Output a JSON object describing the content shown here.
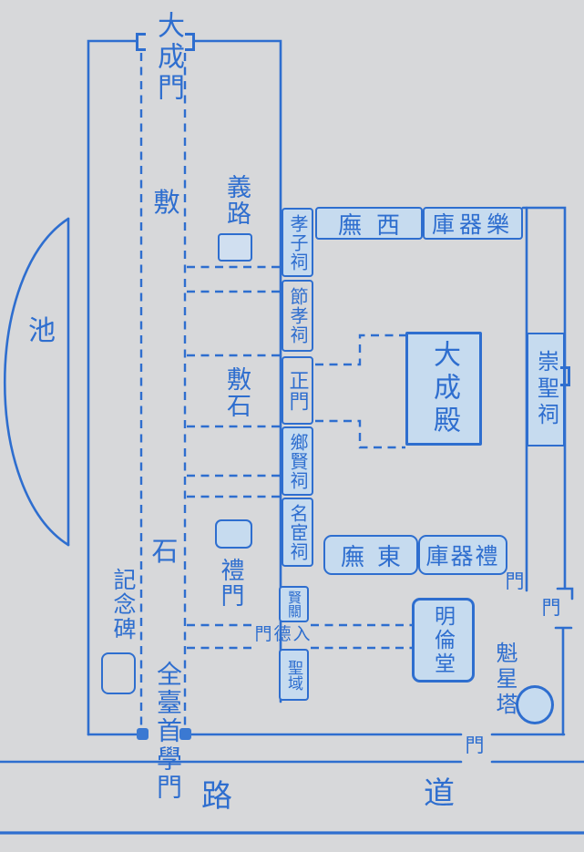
{
  "colors": {
    "ink": "#2e6ecf",
    "building_fill": "#c6dbef",
    "paper": "#d7d8da"
  },
  "labels": {
    "dacheng_gate": "大成門",
    "pond": "池",
    "paving_top": "敷",
    "paving_bottom": "石",
    "righteous_path": "義路",
    "paving_mid": "敷石",
    "rite_gate": "禮門",
    "memorial_stone": "記念碑",
    "first_school_gate": "全臺首學門",
    "west_wing": "廡西",
    "music_instrument_store": "庫器樂",
    "east_wing": "廡東",
    "rite_instrument_store": "庫器禮",
    "dacheng_hall": "大成殿",
    "chongsheng_shrine": "崇聖祠",
    "virtue_gate": "門德入",
    "xianguan_box": "賢關",
    "shengyu_box": "聖域",
    "minglun_hall": "明倫堂",
    "kuixing_tower": "魁星塔",
    "gate": "門",
    "road": "路",
    "avenue": "道"
  },
  "shrine_strip": [
    {
      "label": "孝子祠",
      "filled": true
    },
    {
      "label": "節孝祠",
      "filled": false
    },
    {
      "label": "正門",
      "filled": false
    },
    {
      "label": "鄉賢祠",
      "filled": true
    },
    {
      "label": "名宦祠",
      "filled": true
    }
  ]
}
